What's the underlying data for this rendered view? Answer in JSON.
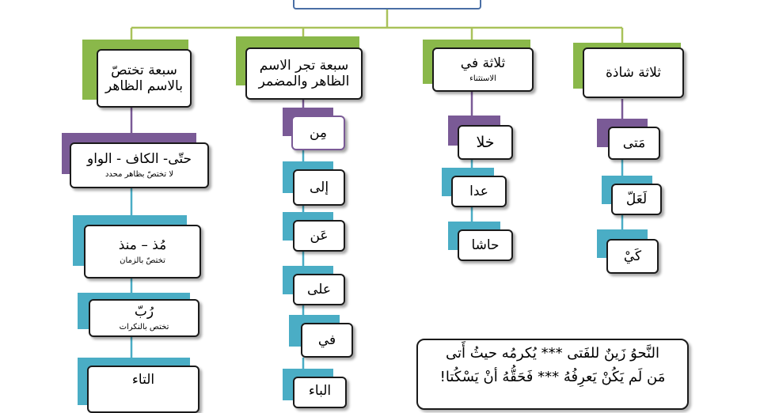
{
  "root": {
    "title": ""
  },
  "categories": [
    {
      "title": "ثلاثة شاذة",
      "subtitle": ""
    },
    {
      "title": "ثلاثة في",
      "subtitle": "الاستثناء"
    },
    {
      "title": "سبعة تجر الاسم",
      "subtitle": "الظاهر والمضمر"
    },
    {
      "title": "سبعة تختصّ",
      "subtitle": "بالاسم الظاهر"
    }
  ],
  "col1_items": [
    "مَتى",
    "لَعَلّ",
    "كَيْ"
  ],
  "col2_items": [
    "خلا",
    "عدا",
    "حاشا"
  ],
  "col3_items": [
    "مِن",
    "إلى",
    "عَن",
    "على",
    "في",
    "الباء"
  ],
  "col4_items": [
    {
      "title": "حتّى- الكاف - الواو",
      "note": "لا تختصّ بظاهر محدد"
    },
    {
      "title": "مُذ – منذ",
      "note": "تختصّ بالزمان"
    },
    {
      "title": "رُبّ",
      "note": "تختص بالنكرات"
    },
    {
      "title": "التاء",
      "note": ""
    }
  ],
  "poem": {
    "line1": "النَّحوُ زَينٌ للفَتى *** يُكرمُه حيثُ أَتى",
    "line2": "مَن لَم يَكُنْ يَعرِفُهُ *** فَحَقُّهُ أنْ يَسْكُتا!"
  },
  "colors": {
    "connector": "#a9c25a",
    "green": "#8ab84a",
    "purple": "#7a5a96",
    "teal": "#4aadc5"
  }
}
